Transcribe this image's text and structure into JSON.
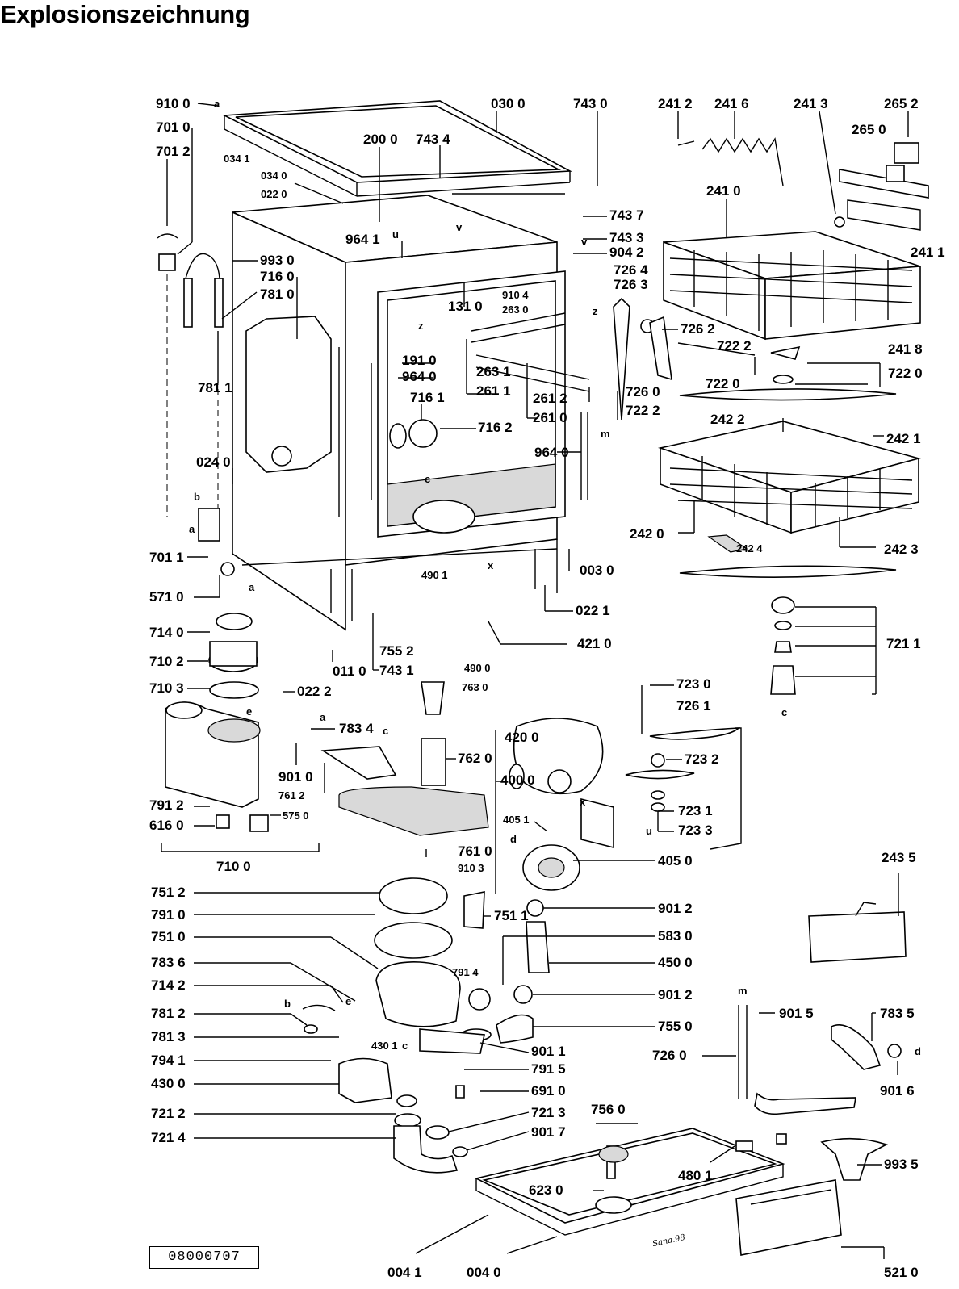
{
  "title": "Explosionszeichnung",
  "document_number": "08000707",
  "signature": "Sana.98",
  "parts": [
    {
      "id": "p1",
      "label": "910 0"
    },
    {
      "id": "p2",
      "label": "701 0"
    },
    {
      "id": "p3",
      "label": "701 2"
    },
    {
      "id": "p4",
      "label": "034 1"
    },
    {
      "id": "p5",
      "label": "034 0"
    },
    {
      "id": "p6",
      "label": "022 0"
    },
    {
      "id": "p7",
      "label": "030 0"
    },
    {
      "id": "p8",
      "label": "200 0"
    },
    {
      "id": "p9",
      "label": "743 4"
    },
    {
      "id": "p10",
      "label": "743 0"
    },
    {
      "id": "p11",
      "label": "241 2"
    },
    {
      "id": "p12",
      "label": "241 6"
    },
    {
      "id": "p13",
      "label": "241 3"
    },
    {
      "id": "p14",
      "label": "265 2"
    },
    {
      "id": "p15",
      "label": "265 0"
    },
    {
      "id": "p16",
      "label": "241 0"
    },
    {
      "id": "p17",
      "label": "743 7"
    },
    {
      "id": "p18",
      "label": "743 3"
    },
    {
      "id": "p19",
      "label": "904 2"
    },
    {
      "id": "p20",
      "label": "726 4"
    },
    {
      "id": "p21",
      "label": "726 3"
    },
    {
      "id": "p22",
      "label": "241 1"
    },
    {
      "id": "p23",
      "label": "964 1"
    },
    {
      "id": "p24",
      "label": "993 0"
    },
    {
      "id": "p25",
      "label": "716 0"
    },
    {
      "id": "p26",
      "label": "781 0"
    },
    {
      "id": "p27",
      "label": "910 4"
    },
    {
      "id": "p28",
      "label": "263 0"
    },
    {
      "id": "p29",
      "label": "131 0"
    },
    {
      "id": "p30",
      "label": "726 2"
    },
    {
      "id": "p31",
      "label": "241 8"
    },
    {
      "id": "p32",
      "label": "722 2"
    },
    {
      "id": "p33",
      "label": "722 0"
    },
    {
      "id": "p34",
      "label": "722 0"
    },
    {
      "id": "p35",
      "label": "781 1"
    },
    {
      "id": "p36",
      "label": "191 0"
    },
    {
      "id": "p37",
      "label": "964 0"
    },
    {
      "id": "p38",
      "label": "263 1"
    },
    {
      "id": "p39",
      "label": "261 1"
    },
    {
      "id": "p40",
      "label": "716 1"
    },
    {
      "id": "p41",
      "label": "261 2"
    },
    {
      "id": "p42",
      "label": "261 0"
    },
    {
      "id": "p43",
      "label": "726 0"
    },
    {
      "id": "p44",
      "label": "722 2"
    },
    {
      "id": "p45",
      "label": "716 2"
    },
    {
      "id": "p46",
      "label": "242 2"
    },
    {
      "id": "p47",
      "label": "242 1"
    },
    {
      "id": "p48",
      "label": "964 0"
    },
    {
      "id": "p49",
      "label": "024 0"
    },
    {
      "id": "p50",
      "label": "242 0"
    },
    {
      "id": "p51",
      "label": "242 4"
    },
    {
      "id": "p52",
      "label": "242 3"
    },
    {
      "id": "p53",
      "label": "701 1"
    },
    {
      "id": "p54",
      "label": "003 0"
    },
    {
      "id": "p55",
      "label": "490 1"
    },
    {
      "id": "p56",
      "label": "571 0"
    },
    {
      "id": "p57",
      "label": "022 1"
    },
    {
      "id": "p58",
      "label": "714 0"
    },
    {
      "id": "p59",
      "label": "721 1"
    },
    {
      "id": "p60",
      "label": "421 0"
    },
    {
      "id": "p61",
      "label": "755 2"
    },
    {
      "id": "p62",
      "label": "743 1"
    },
    {
      "id": "p63",
      "label": "011 0"
    },
    {
      "id": "p64",
      "label": "710 2"
    },
    {
      "id": "p65",
      "label": "710 3"
    },
    {
      "id": "p66",
      "label": "022 2"
    },
    {
      "id": "p67",
      "label": "490 0"
    },
    {
      "id": "p68",
      "label": "763 0"
    },
    {
      "id": "p69",
      "label": "723 0"
    },
    {
      "id": "p70",
      "label": "726 1"
    },
    {
      "id": "p71",
      "label": "783 4"
    },
    {
      "id": "p72",
      "label": "420 0"
    },
    {
      "id": "p73",
      "label": "762 0"
    },
    {
      "id": "p74",
      "label": "723 2"
    },
    {
      "id": "p75",
      "label": "400 0"
    },
    {
      "id": "p76",
      "label": "901 0"
    },
    {
      "id": "p77",
      "label": "761 2"
    },
    {
      "id": "p78",
      "label": "791 2"
    },
    {
      "id": "p79",
      "label": "616 0"
    },
    {
      "id": "p80",
      "label": "575 0"
    },
    {
      "id": "p81",
      "label": "723 1"
    },
    {
      "id": "p82",
      "label": "723 3"
    },
    {
      "id": "p83",
      "label": "405 1"
    },
    {
      "id": "p84",
      "label": "761 0"
    },
    {
      "id": "p85",
      "label": "910 3"
    },
    {
      "id": "p86",
      "label": "710 0"
    },
    {
      "id": "p87",
      "label": "405 0"
    },
    {
      "id": "p88",
      "label": "243 5"
    },
    {
      "id": "p89",
      "label": "751 2"
    },
    {
      "id": "p90",
      "label": "751 1"
    },
    {
      "id": "p91",
      "label": "901 2"
    },
    {
      "id": "p92",
      "label": "791 0"
    },
    {
      "id": "p93",
      "label": "583 0"
    },
    {
      "id": "p94",
      "label": "751 0"
    },
    {
      "id": "p95",
      "label": "450 0"
    },
    {
      "id": "p96",
      "label": "783 6"
    },
    {
      "id": "p97",
      "label": "791 4"
    },
    {
      "id": "p98",
      "label": "714 2"
    },
    {
      "id": "p99",
      "label": "901 2"
    },
    {
      "id": "p100",
      "label": "781 2"
    },
    {
      "id": "p101",
      "label": "755 0"
    },
    {
      "id": "p102",
      "label": "901 5"
    },
    {
      "id": "p103",
      "label": "783 5"
    },
    {
      "id": "p104",
      "label": "781 3"
    },
    {
      "id": "p105",
      "label": "430 1"
    },
    {
      "id": "p106",
      "label": "901 1"
    },
    {
      "id": "p107",
      "label": "726 0"
    },
    {
      "id": "p108",
      "label": "794 1"
    },
    {
      "id": "p109",
      "label": "791 5"
    },
    {
      "id": "p110",
      "label": "430 0"
    },
    {
      "id": "p111",
      "label": "691 0"
    },
    {
      "id": "p112",
      "label": "901 6"
    },
    {
      "id": "p113",
      "label": "721 2"
    },
    {
      "id": "p114",
      "label": "721 3"
    },
    {
      "id": "p115",
      "label": "756 0"
    },
    {
      "id": "p116",
      "label": "721 4"
    },
    {
      "id": "p117",
      "label": "901 7"
    },
    {
      "id": "p118",
      "label": "993 5"
    },
    {
      "id": "p119",
      "label": "480 1"
    },
    {
      "id": "p120",
      "label": "623 0"
    },
    {
      "id": "p121",
      "label": "004 1"
    },
    {
      "id": "p122",
      "label": "004 0"
    },
    {
      "id": "p123",
      "label": "521 0"
    }
  ],
  "markers": [
    {
      "id": "m1",
      "text": "a"
    },
    {
      "id": "m2",
      "text": "u"
    },
    {
      "id": "m3",
      "text": "v"
    },
    {
      "id": "m4",
      "text": "v"
    },
    {
      "id": "m5",
      "text": "z"
    },
    {
      "id": "m6",
      "text": "z"
    },
    {
      "id": "m7",
      "text": "b"
    },
    {
      "id": "m8",
      "text": "a"
    },
    {
      "id": "m9",
      "text": "a"
    },
    {
      "id": "m10",
      "text": "c"
    },
    {
      "id": "m11",
      "text": "x"
    },
    {
      "id": "m12",
      "text": "m"
    },
    {
      "id": "m13",
      "text": "a"
    },
    {
      "id": "m14",
      "text": "e"
    },
    {
      "id": "m15",
      "text": "c"
    },
    {
      "id": "m16",
      "text": "c"
    },
    {
      "id": "m17",
      "text": "x"
    },
    {
      "id": "m18",
      "text": "d"
    },
    {
      "id": "m19",
      "text": "u"
    },
    {
      "id": "m20",
      "text": "b"
    },
    {
      "id": "m21",
      "text": "e"
    },
    {
      "id": "m22",
      "text": "m"
    },
    {
      "id": "m23",
      "text": "d"
    },
    {
      "id": "m24",
      "text": "c"
    }
  ]
}
